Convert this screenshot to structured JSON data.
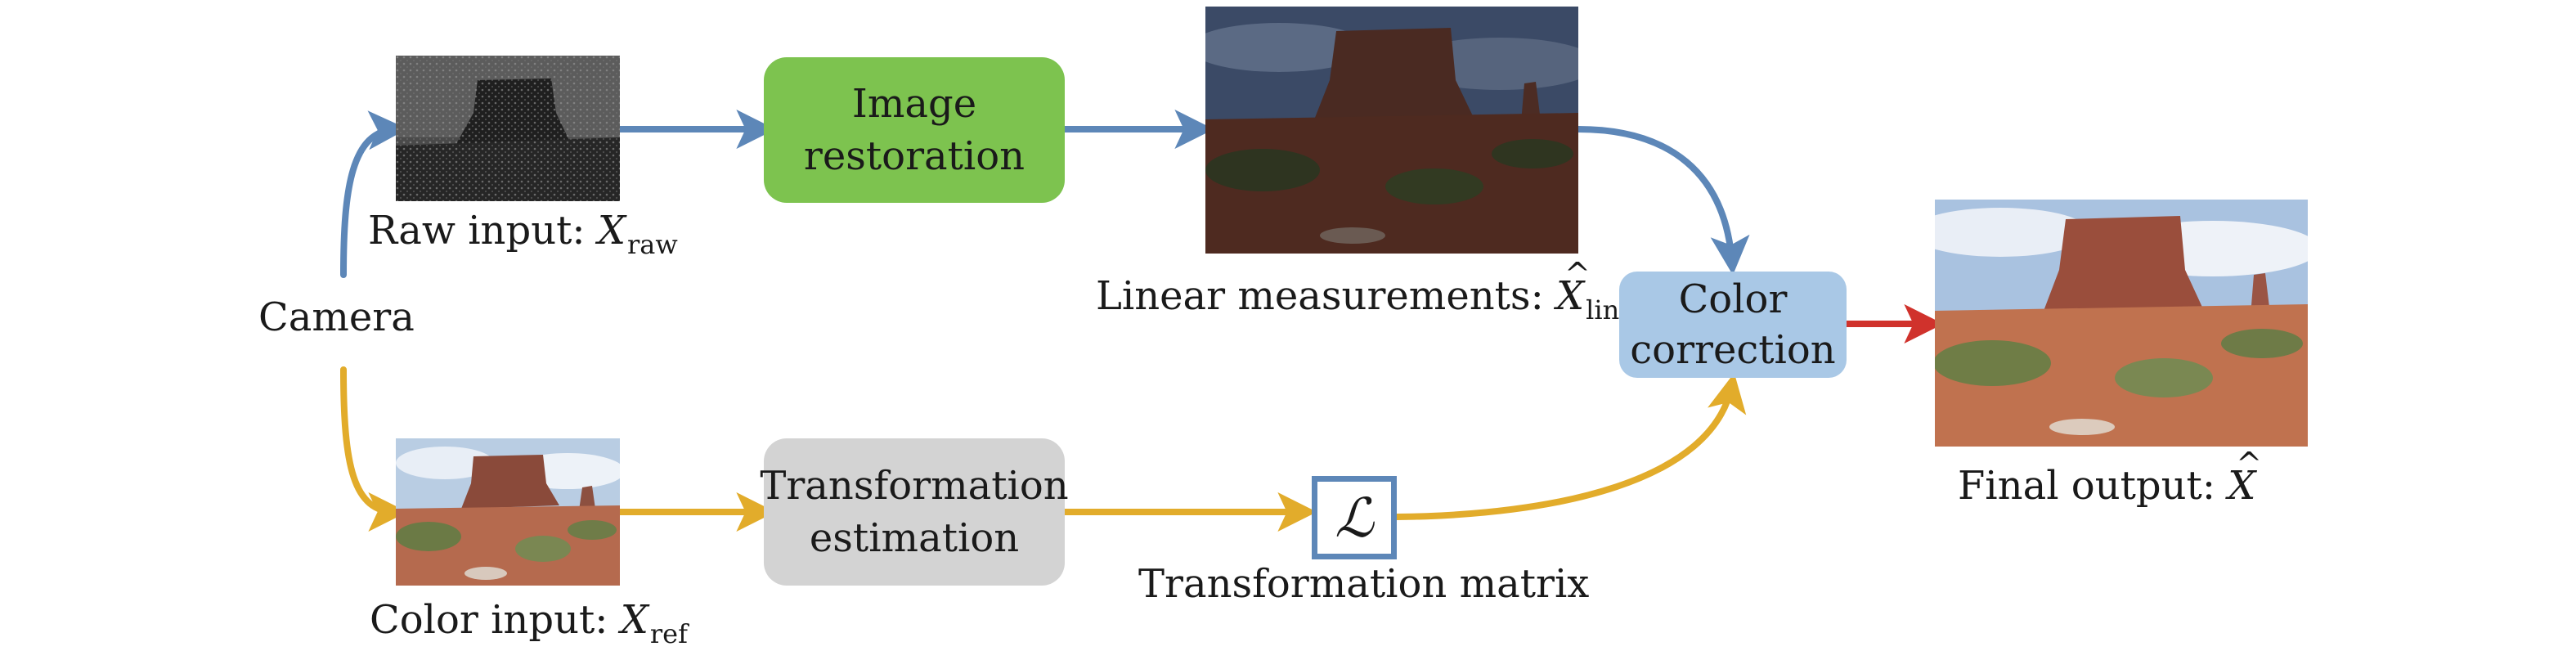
{
  "camera_label": "Camera",
  "raw_input": {
    "prefix": "Raw input: ",
    "symbol": "X",
    "subscript": "raw"
  },
  "color_input": {
    "prefix": "Color input: ",
    "symbol": "X",
    "subscript": "ref"
  },
  "image_restoration": {
    "line1": "Image",
    "line2": "restoration"
  },
  "transformation_estimation": {
    "line1": "Transformation",
    "line2": "estimation"
  },
  "linear_measurements": {
    "prefix": "Linear measurements: ",
    "symbol": "X",
    "subscript": "lin"
  },
  "color_correction": {
    "line1": "Color",
    "line2": "correction"
  },
  "transformation_matrix": {
    "label": "Transformation matrix",
    "symbol": "ℒ"
  },
  "final_output": {
    "prefix": "Final output: ",
    "symbol": "X"
  },
  "colors": {
    "restoration_green": "#7dc34f",
    "estimation_gray": "#d3d3d3",
    "correction_blue": "#a9c8e6",
    "raw_path_blue": "#5d87b8",
    "ref_path_yellow": "#e2ac2b",
    "output_arrow_red": "#d0322c"
  }
}
